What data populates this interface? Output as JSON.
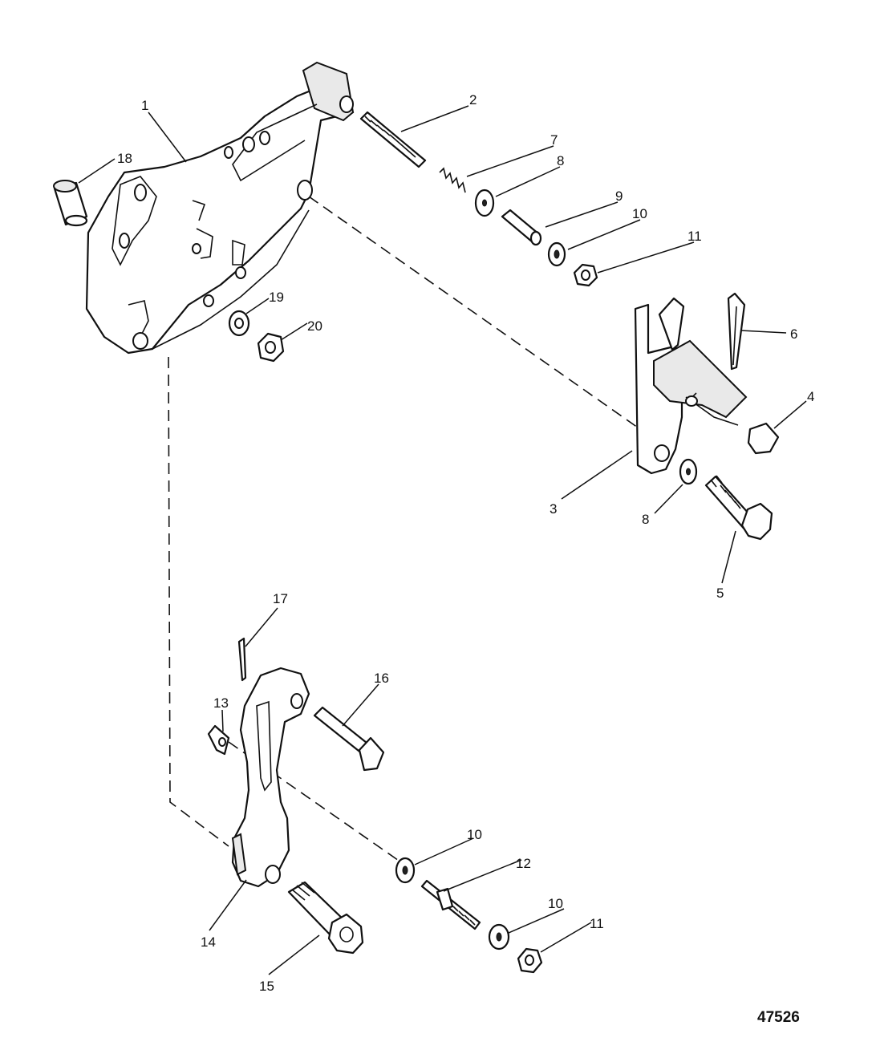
{
  "figure_number": "47526",
  "callouts": {
    "c1": "1",
    "c2": "2",
    "c3": "3",
    "c4": "4",
    "c5": "5",
    "c6": "6",
    "c7": "7",
    "c8a": "8",
    "c8b": "8",
    "c9": "9",
    "c10a": "10",
    "c10b": "10",
    "c10c": "10",
    "c11a": "11",
    "c11b": "11",
    "c12": "12",
    "c13": "13",
    "c14": "14",
    "c15": "15",
    "c16": "16",
    "c17": "17",
    "c18": "18",
    "c19": "19",
    "c20": "20"
  }
}
